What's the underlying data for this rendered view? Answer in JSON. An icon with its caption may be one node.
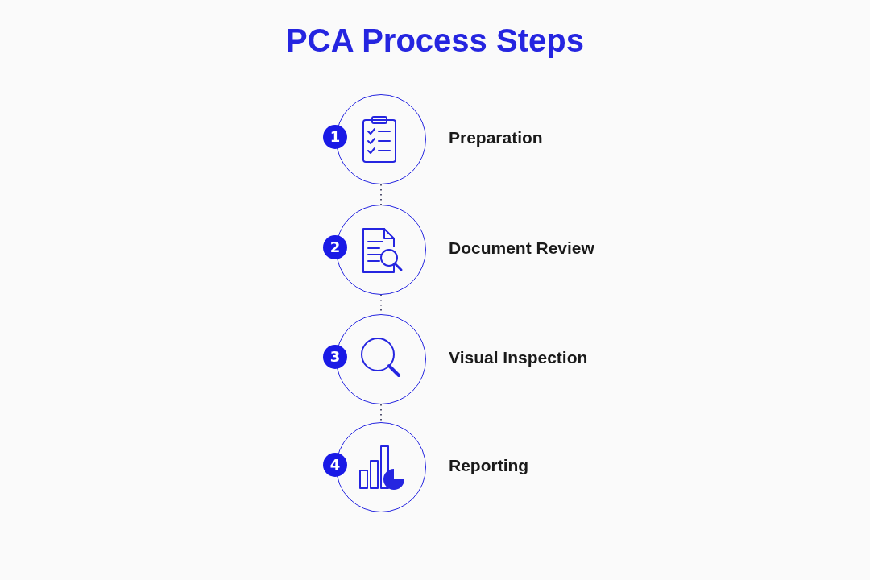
{
  "diagram": {
    "title": "PCA Process Steps",
    "nodes": [
      {
        "text": [],
        "shape": "circle",
        "beside": [
          "1",
          "Preparation"
        ]
      },
      {
        "text": [],
        "shape": "circle",
        "beside": [
          "2",
          "Document Review"
        ]
      },
      {
        "text": [],
        "shape": "circle",
        "beside": [
          "3",
          "Visual Inspection"
        ]
      },
      {
        "text": [],
        "shape": "circle",
        "beside": [
          "4",
          "Reporting"
        ]
      }
    ],
    "edges": [
      {
        "from": 0,
        "to": 1,
        "arrow": "none",
        "style": "dashed"
      },
      {
        "from": 1,
        "to": 2,
        "arrow": "none",
        "style": "dashed"
      },
      {
        "from": 2,
        "to": 3,
        "arrow": "none",
        "style": "dashed"
      }
    ]
  }
}
